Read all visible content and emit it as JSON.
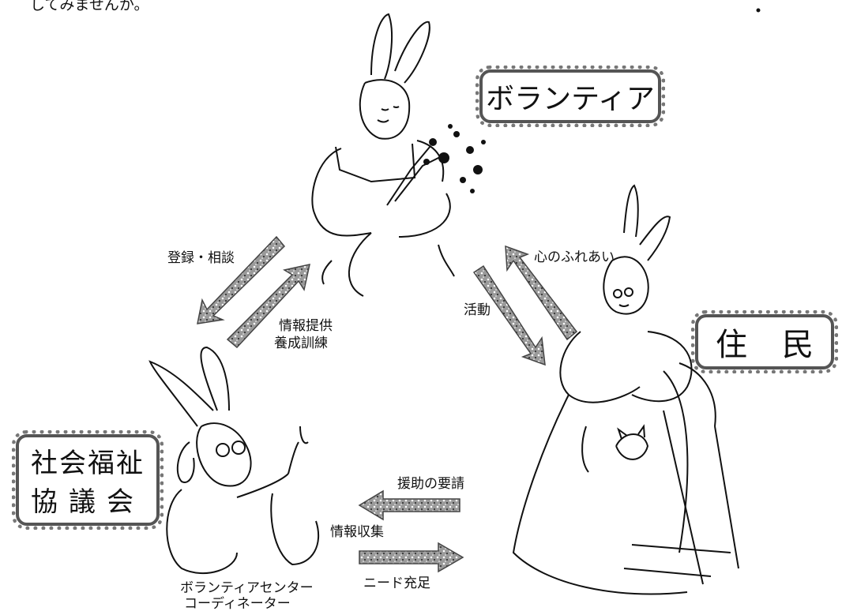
{
  "top_text": "してみませんか。",
  "labels": {
    "volunteer": "ボランティア",
    "resident_1": "住",
    "resident_2": "民",
    "council_line1": "社会福祉",
    "council_line2": "協議会"
  },
  "arrows": {
    "register": "登録・相談",
    "info_provide_1": "情報提供",
    "info_provide_2": "養成訓練",
    "heart": "心のふれあい",
    "activity": "活動",
    "request": "援助の要請",
    "collect": "情報収集",
    "need_1": "ニード充足"
  },
  "coordinator": {
    "line1": "ボランティアセンター",
    "line2": "コーディネーター"
  }
}
